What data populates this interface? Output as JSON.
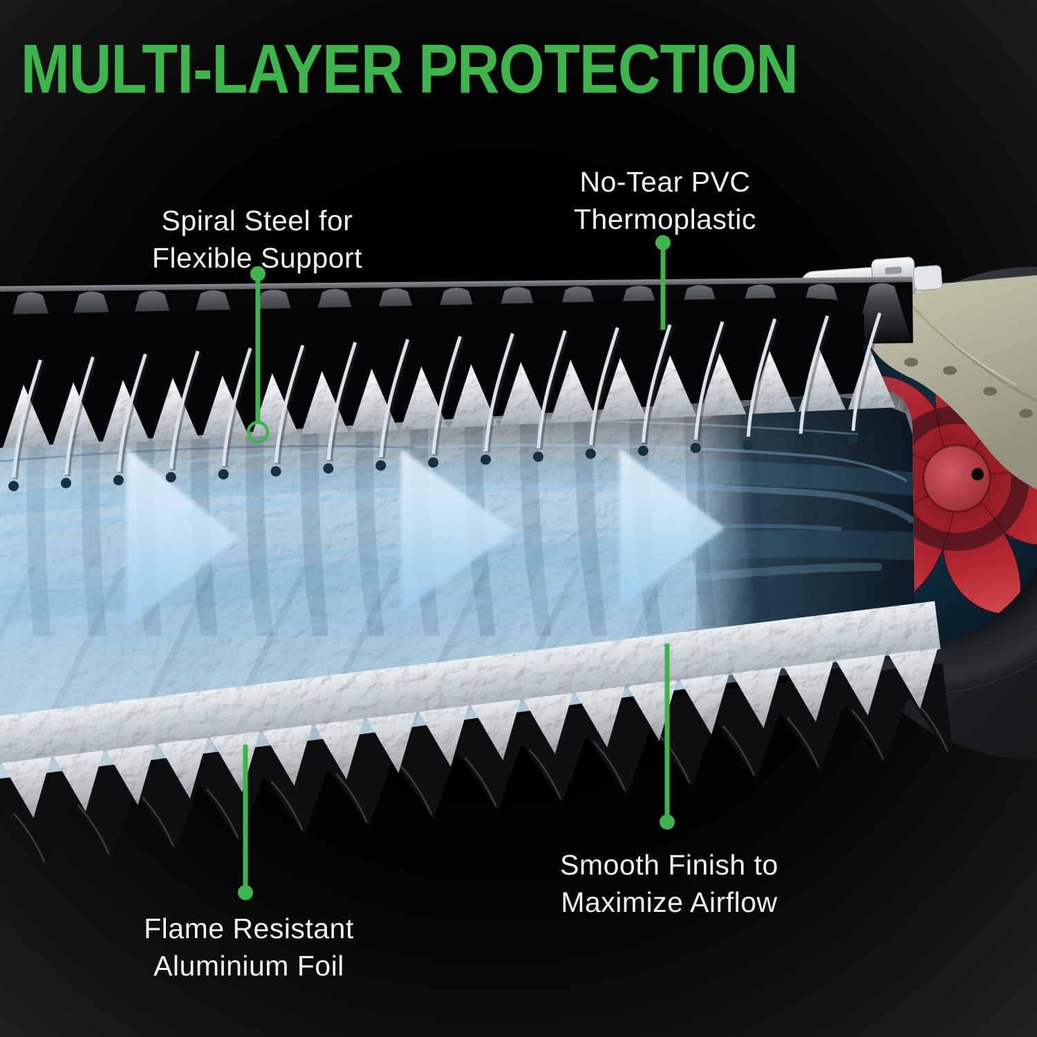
{
  "title": {
    "text": "MULTI-LAYER PROTECTION"
  },
  "callouts": {
    "spiral_steel": {
      "line1": "Spiral Steel for",
      "line2": "Flexible Support"
    },
    "no_tear_pvc": {
      "line1": "No-Tear PVC",
      "line2": "Thermoplastic"
    },
    "flame_resistant": {
      "line1": "Flame Resistant",
      "line2": "Aluminium Foil"
    },
    "smooth_finish": {
      "line1": "Smooth Finish to",
      "line2": "Maximize Airflow"
    }
  },
  "colors": {
    "accent_green": "#3CB54A",
    "label_white": "#F3F3F3",
    "impeller_red": "#B22A31",
    "airflow_blue": "#BCE0F6",
    "foil_silver": "#C7CDD2",
    "flange_beige": "#B6B39C",
    "duct_black": "#0B0C0E",
    "background": "#000000"
  }
}
